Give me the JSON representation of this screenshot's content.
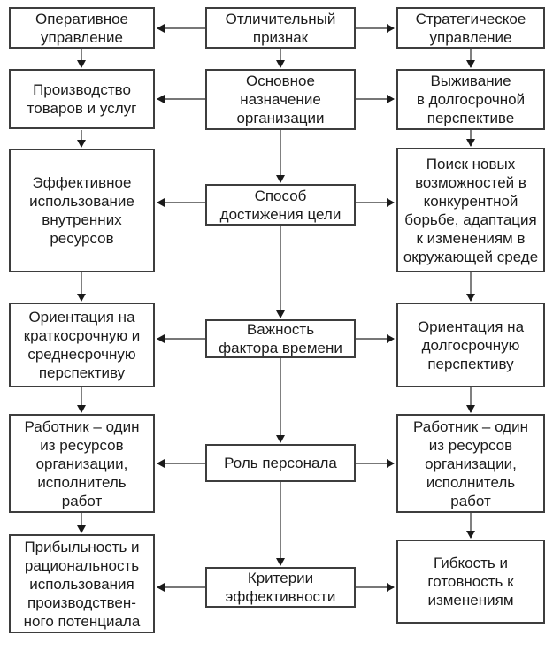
{
  "diagram": {
    "rows": [
      {
        "left": "Оперативное\nуправление",
        "center": "Отличительный\nпризнак",
        "right": "Стратегическое\nуправление"
      },
      {
        "left": "Производство\nтоваров и услуг",
        "center": "Основное\nназначение\nорганизации",
        "right": "Выживание\nв долгосрочной\nперспективе"
      },
      {
        "left": "Эффективное\nиспользование\nвнутренних\nресурсов",
        "center": "Способ\nдостижения цели",
        "right": "Поиск новых\nвозможностей в\nконкурентной\nборьбе, адаптация\nк изменениям в\nокружающей среде"
      },
      {
        "left": "Ориентация на\nкраткосрочную и\nсреднесрочную\nперспективу",
        "center": "Важность\nфактора времени",
        "right": "Ориентация на\nдолгосрочную\nперспективу"
      },
      {
        "left": "Работник – один\nиз ресурсов\nорганизации,\nисполнитель\nработ",
        "center": "Роль персонала",
        "right": "Работник – один\nиз ресурсов\nорганизации,\nисполнитель\nработ"
      },
      {
        "left": "Прибыльность и\nрациональность\nиспользования\nпроизводствен-\nного потенциала",
        "center": "Критерии\nэффективности",
        "right": "Гибкость и\nготовность к\nизменениям"
      }
    ]
  },
  "colors": {
    "background": "#ffffff",
    "box_border": "#3d3d3d",
    "text": "#1c1c1c",
    "connector": "#4a4a4a",
    "arrowhead": "#1a1a1a"
  }
}
